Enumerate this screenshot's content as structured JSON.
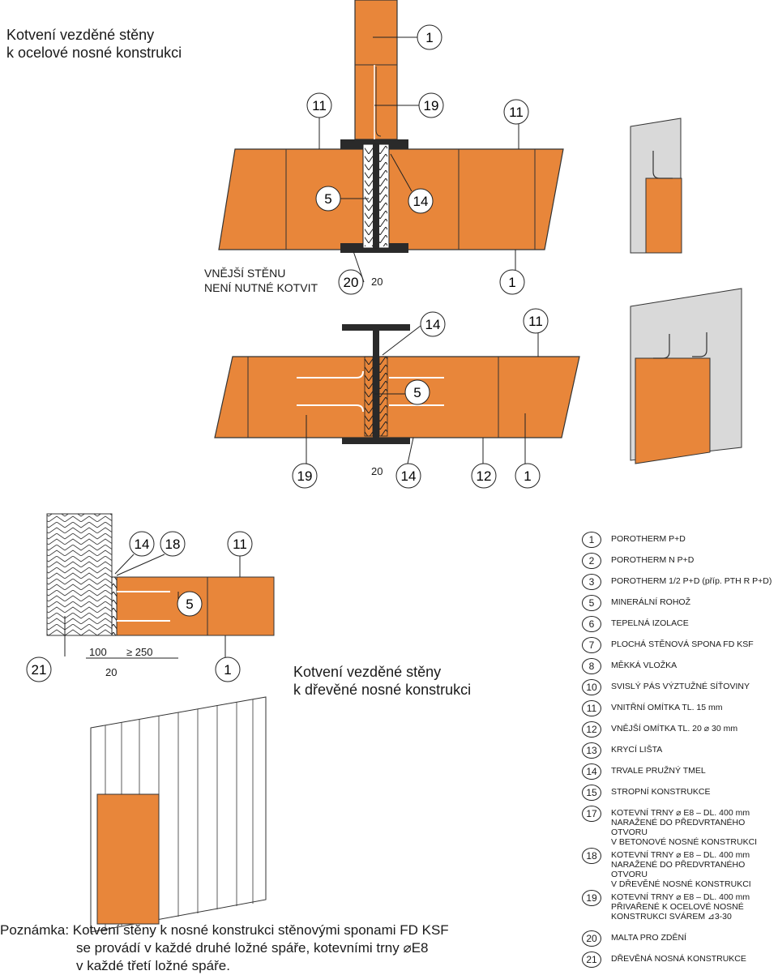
{
  "titles": {
    "steel_line1": "Kotvení vezděné stěny",
    "steel_line2": "k ocelové nosné konstrukci",
    "wood_line1": "Kotvení vezděné stěny",
    "wood_line2": "k dřevěné nosné konstrukci"
  },
  "labels": {
    "outer_wall_1": "VNĚJŠÍ STĚNU",
    "outer_wall_2": "NENÍ NUTNÉ KOTVIT",
    "c1_top": "1",
    "c11_a": "11",
    "c19_a": "19",
    "c11_b": "11",
    "c5_a": "5",
    "c14_a": "14",
    "c20_a": "20",
    "dim20_a": "20",
    "c1_a": "1",
    "c14_b": "14",
    "c11_c": "11",
    "c5_b": "5",
    "c19_b": "19",
    "dim20_b": "20",
    "c14_c": "14",
    "c12": "12",
    "c1_b": "1",
    "c14_d": "14",
    "c18": "18",
    "c11_d": "11",
    "c5_c": "5",
    "c21": "21",
    "dim100": "100",
    "dim250": "≥ 250",
    "dim20_c": "20",
    "c1_c": "1"
  },
  "legend": [
    {
      "num": "1",
      "text": "POROTHERM P+D"
    },
    {
      "num": "2",
      "text": "POROTHERM N P+D"
    },
    {
      "num": "3",
      "text": "POROTHERM 1/2 P+D (příp. PTH R P+D)"
    },
    {
      "num": "5",
      "text": "MINERÁLNÍ ROHOŽ"
    },
    {
      "num": "6",
      "text": "TEPELNÁ IZOLACE"
    },
    {
      "num": "7",
      "text": "PLOCHÁ STĚNOVÁ SPONA FD KSF"
    },
    {
      "num": "8",
      "text": "MĚKKÁ VLOŽKA"
    },
    {
      "num": "10",
      "text": "SVISLÝ PÁS VÝZTUŽNÉ SÍŤOVINY"
    },
    {
      "num": "11",
      "text": "VNITŘNÍ OMÍTKA TL. 15 mm"
    },
    {
      "num": "12",
      "text": "VNĚJŠÍ OMÍTKA TL. 20 ⌀ 30 mm"
    },
    {
      "num": "13",
      "text": "KRYCÍ LIŠTA"
    },
    {
      "num": "14",
      "text": "TRVALE PRUŽNÝ TMEL"
    },
    {
      "num": "15",
      "text": "STROPNÍ KONSTRUKCE"
    },
    {
      "num": "17",
      "text": "KOTEVNÍ TRNY ⌀ E8 – DL. 400 mm\nNARAŽENÉ DO PŘEDVRTANÉHO OTVORU\nV BETONOVÉ NOSNÉ KONSTRUKCI"
    },
    {
      "num": "18",
      "text": "KOTEVNÍ TRNY ⌀ E8 – DL. 400 mm\nNARAŽENÉ DO PŘEDVRTANÉHO OTVORU\nV DŘEVĚNÉ NOSNÉ KONSTRUKCI"
    },
    {
      "num": "19",
      "text": "KOTEVNÍ TRNY ⌀ E8 – DL. 400 mm\nPŘIVAŘENÉ K OCELOVÉ NOSNÉ\nKONSTRUKCI SVÁREM ⊿3-30"
    },
    {
      "num": "20",
      "text": "MALTA PRO ZDĚNÍ"
    },
    {
      "num": "21",
      "text": "DŘEVĚNÁ NOSNÁ KONSTRUKCE"
    }
  ],
  "note": {
    "line1": "Poznámka: Kotvení stěny k nosné konstrukci stěnovými sponami FD KSF",
    "line2": "se provádí v každé druhé ložné spáře, kotevními trny ⌀E8",
    "line3": "v každé třetí ložné spáře."
  },
  "colors": {
    "brick": "#e8863a",
    "brick_edge": "#333333",
    "steel": "#2a2a2a",
    "grey_wall": "#d9d9d9",
    "insulation": "#ffffff"
  }
}
